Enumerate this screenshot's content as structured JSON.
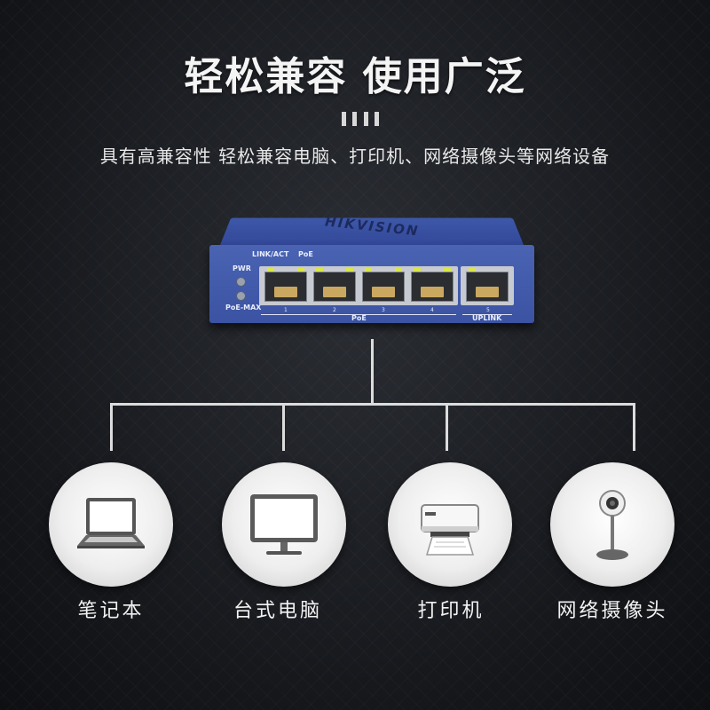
{
  "title": "轻松兼容 使用广泛",
  "subtitle": "具有高兼容性 轻松兼容电脑、打印机、网络摄像头等网络设备",
  "switch": {
    "brand": "HIKVISION",
    "link_act": "LINK/ACT",
    "poe": "PoE",
    "pwr": "PWR",
    "poe_max": "PoE-MAX",
    "port_numbers": [
      "1",
      "2",
      "3",
      "4",
      "5"
    ],
    "poe_group": "PoE",
    "uplink": "UPLINK"
  },
  "devices": [
    {
      "label": "笔记本",
      "icon": "laptop-icon"
    },
    {
      "label": "台式电脑",
      "icon": "monitor-icon"
    },
    {
      "label": "打印机",
      "icon": "printer-icon"
    },
    {
      "label": "网络摄像头",
      "icon": "webcam-icon"
    }
  ],
  "colors": {
    "switch_blue": "#4a63b2",
    "background": "#16181c",
    "line": "#dcdcdc"
  }
}
